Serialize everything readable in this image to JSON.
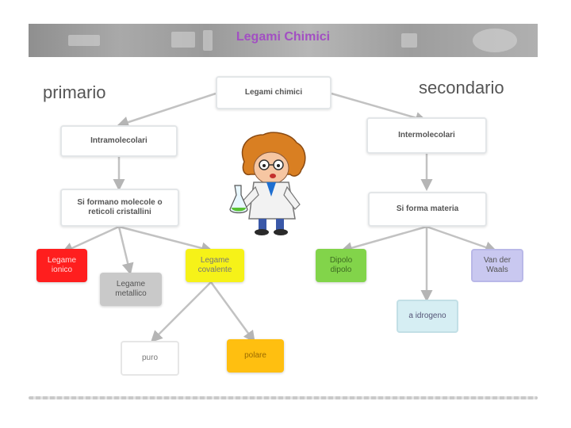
{
  "header": {
    "title": "Legami Chimici"
  },
  "labels": {
    "left": "primario",
    "right": "secondario"
  },
  "nodes": {
    "root": "Legami chimici",
    "left_main": "Intramolecolari",
    "right_main": "Intermolecolari",
    "left_sub": "Si formano molecole o reticoli cristallini",
    "right_sub": "Si forma materia",
    "ionico": "Legame ionico",
    "metallico": "Legame metallico",
    "covalente": "Legame covalente",
    "puro": "puro",
    "polare": "polare",
    "dipolo": "Dipolo dipolo",
    "idrogeno": "a idrogeno",
    "van_der_waals": "Van der Waals"
  },
  "colors": {
    "ionico": "#ff1e1e",
    "metallico": "#c9c9c9",
    "covalente": "#f6f218",
    "polare": "#ffbf10",
    "dipolo": "#82d44a",
    "idrogeno": "#d6eef3",
    "van_der_waals": "#c9c8f0",
    "title": "#a24fc2"
  },
  "illustration": {
    "icon": "scientist-with-flask-icon"
  }
}
